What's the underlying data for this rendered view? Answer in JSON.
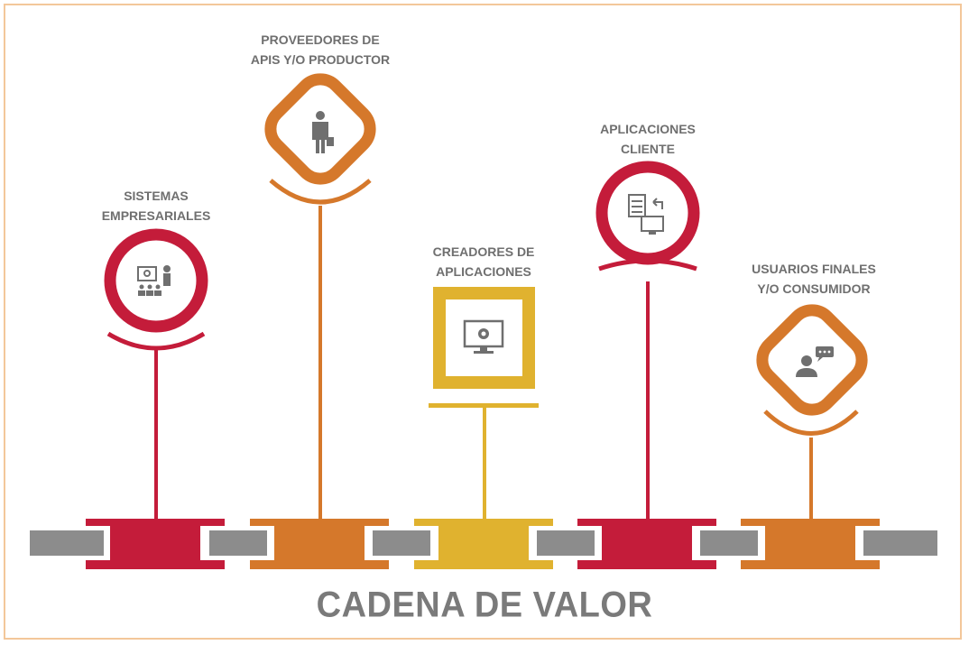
{
  "title": "CADENA DE VALOR",
  "colors": {
    "crimson": "#c41c3a",
    "orange": "#d5782b",
    "mustard": "#e0b22f",
    "gray_connector": "#8c8c8c",
    "text": "#6f6f6f",
    "frame": "#f3c79a"
  },
  "nodes": [
    {
      "id": "sistemas",
      "label_lines": [
        "SISTEMAS",
        "EMPRESARIALES"
      ],
      "shape": "circle",
      "color": "crimson",
      "icon": "presentation-icon"
    },
    {
      "id": "proveedores",
      "label_lines": [
        "PROVEEDORES DE",
        "APIS Y/O PRODUCTOR"
      ],
      "shape": "rounded-diamond",
      "color": "orange",
      "icon": "businessman-icon"
    },
    {
      "id": "creadores",
      "label_lines": [
        "CREADORES DE",
        "APLICACIONES"
      ],
      "shape": "square",
      "color": "mustard",
      "icon": "monitor-gear-icon"
    },
    {
      "id": "aplicaciones",
      "label_lines": [
        "APLICACIONES",
        "CLIENTE"
      ],
      "shape": "circle",
      "color": "crimson",
      "icon": "server-monitor-icon"
    },
    {
      "id": "usuarios",
      "label_lines": [
        "USUARIOS FINALES",
        "Y/O CONSUMIDOR"
      ],
      "shape": "rounded-diamond",
      "color": "orange",
      "icon": "user-chat-icon"
    }
  ]
}
